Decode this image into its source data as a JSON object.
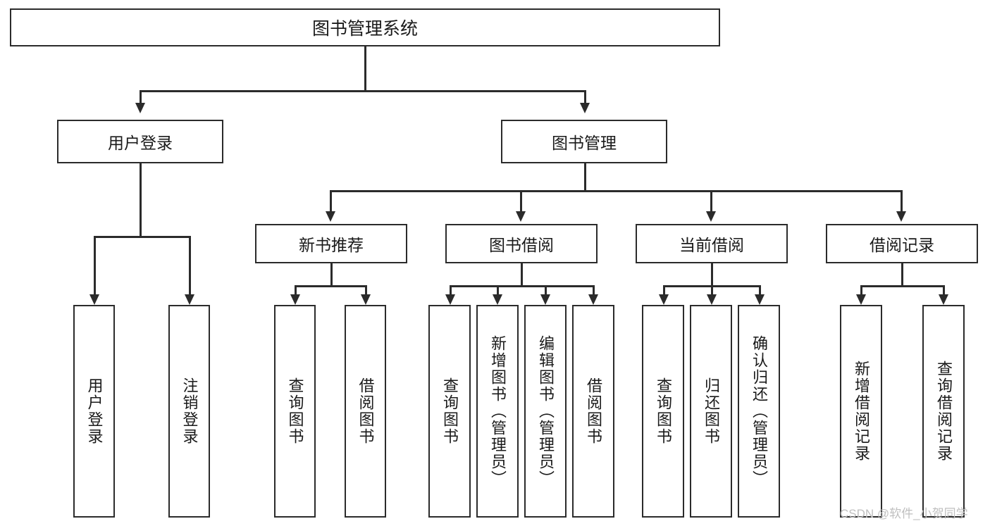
{
  "diagram": {
    "title": "图书管理系统",
    "type": "tree-hierarchy-diagram",
    "root": {
      "label": "图书管理系统"
    },
    "level2": [
      {
        "label": "用户登录"
      },
      {
        "label": "图书管理"
      }
    ],
    "level3": [
      {
        "label": "新书推荐"
      },
      {
        "label": "图书借阅"
      },
      {
        "label": "当前借阅"
      },
      {
        "label": "借阅记录"
      }
    ],
    "leaves": {
      "user_login": [
        {
          "label": "用户登录"
        },
        {
          "label": "注销登录"
        }
      ],
      "new_book_recommend": [
        {
          "label": "查询图书"
        },
        {
          "label": "借阅图书"
        }
      ],
      "book_borrow": [
        {
          "label": "查询图书"
        },
        {
          "label": "新增图书（管理员）"
        },
        {
          "label": "编辑图书（管理员）"
        },
        {
          "label": "借阅图书"
        }
      ],
      "current_borrow": [
        {
          "label": "查询图书"
        },
        {
          "label": "归还图书"
        },
        {
          "label": "确认归还（管理员）"
        }
      ],
      "borrow_record": [
        {
          "label": "新增借阅记录"
        },
        {
          "label": "查询借阅记录"
        }
      ]
    }
  },
  "watermark": {
    "text": "CSDN @软件_小贺同学"
  },
  "colors": {
    "stroke": "#2b2b2b",
    "text": "#1a1a1a",
    "background": "#ffffff",
    "watermark": "#bfbfbf"
  }
}
